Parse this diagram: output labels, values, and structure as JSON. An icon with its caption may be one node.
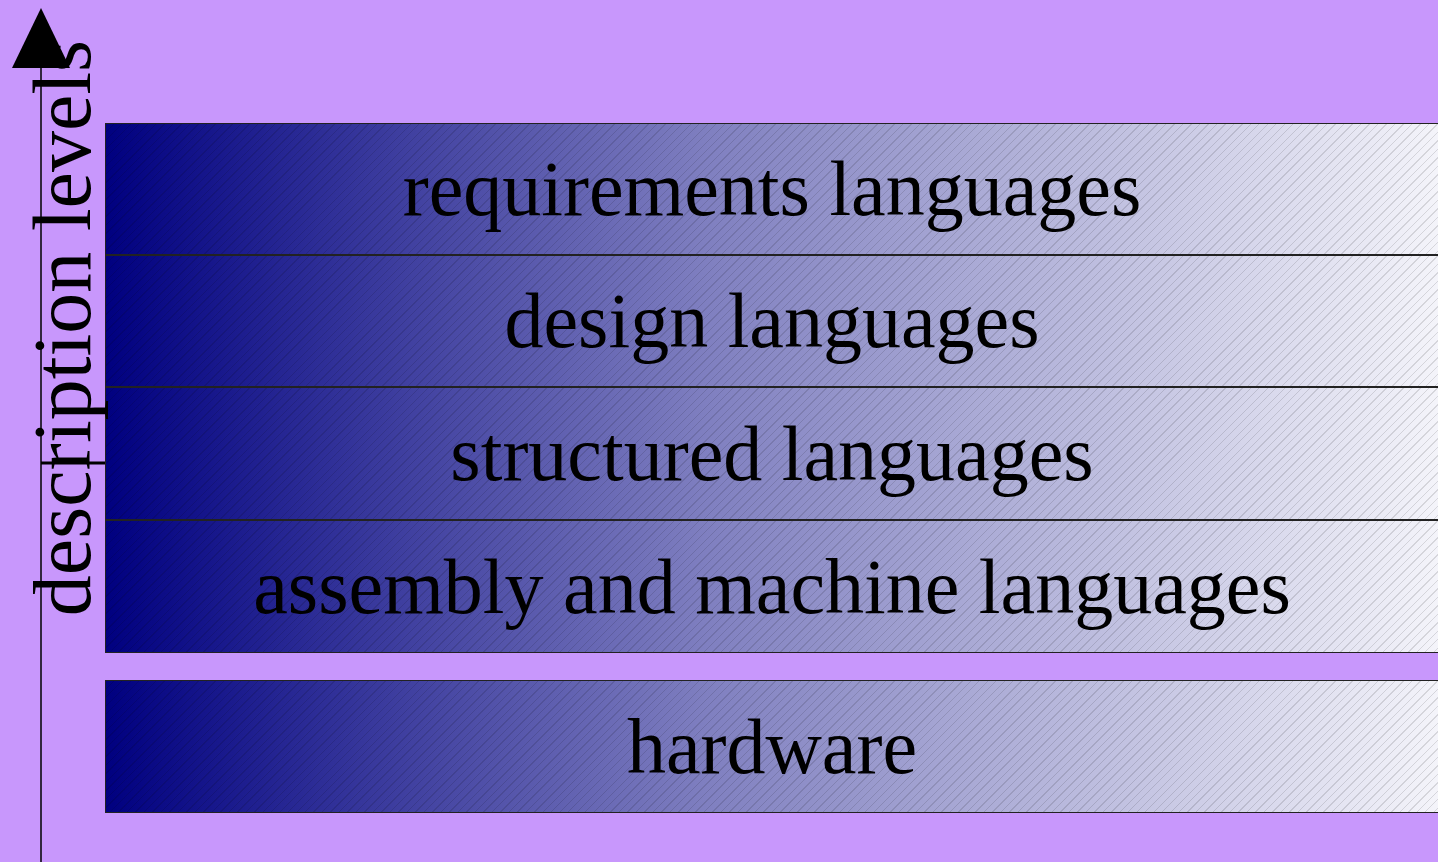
{
  "diagram": {
    "nodes": [
      {
        "text": [
          "requirements languages"
        ]
      },
      {
        "text": [
          "design languages"
        ]
      },
      {
        "text": [
          "structured languages"
        ]
      },
      {
        "text": [
          "assembly and machine languages"
        ]
      },
      {
        "text": [
          "hardware"
        ]
      }
    ],
    "labels": [
      "description levels"
    ]
  }
}
